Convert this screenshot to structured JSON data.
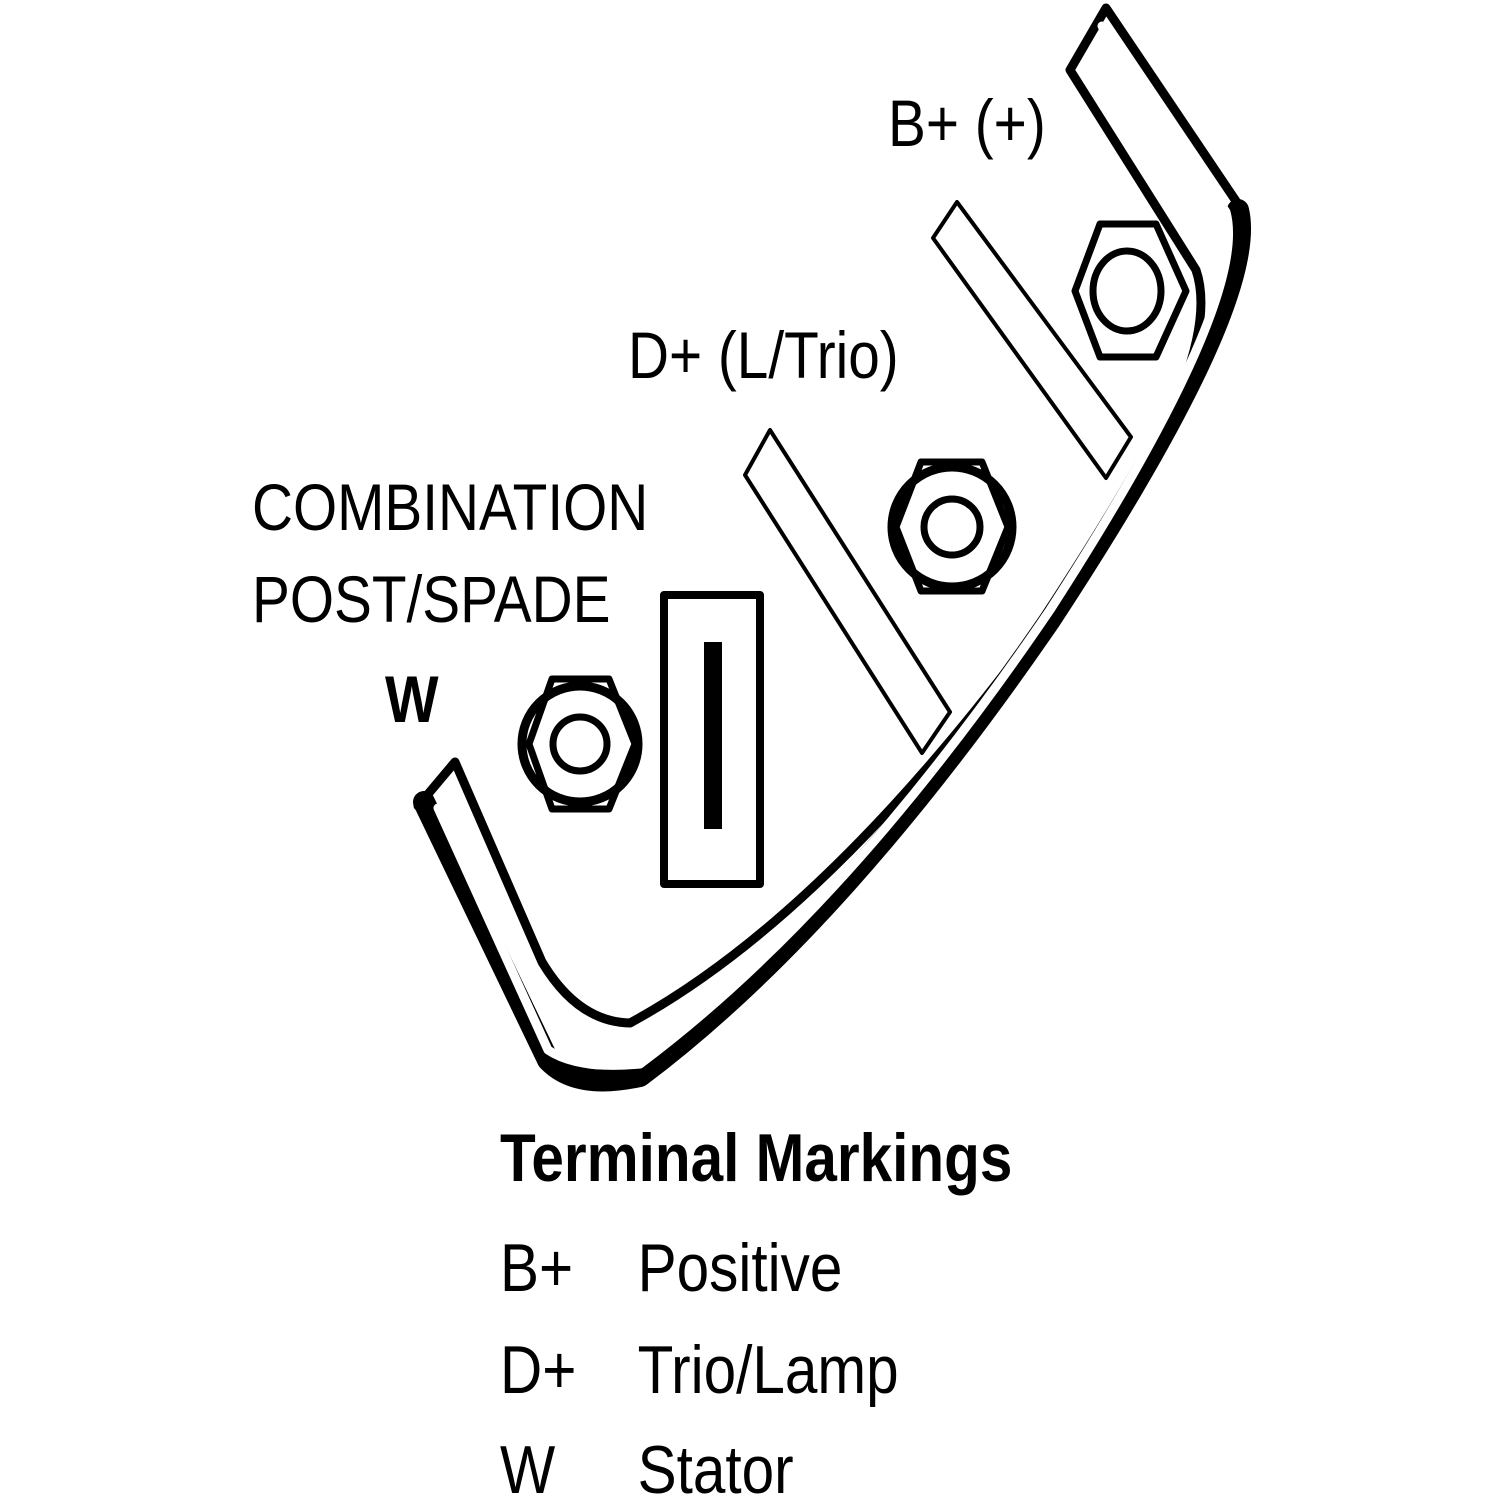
{
  "labels": {
    "b_plus": "B+ (+)",
    "d_plus": "D+ (L/Trio)",
    "combination_line1": "COMBINATION",
    "combination_line2": "POST/SPADE",
    "w": "W"
  },
  "legend": {
    "title": "Terminal Markings",
    "rows": [
      {
        "code": "B+",
        "description": "Positive"
      },
      {
        "code": "D+",
        "description": "Trio/Lamp"
      },
      {
        "code": "W",
        "description": "Stator"
      }
    ]
  },
  "colors": {
    "line": "#000000",
    "background": "#ffffff"
  }
}
